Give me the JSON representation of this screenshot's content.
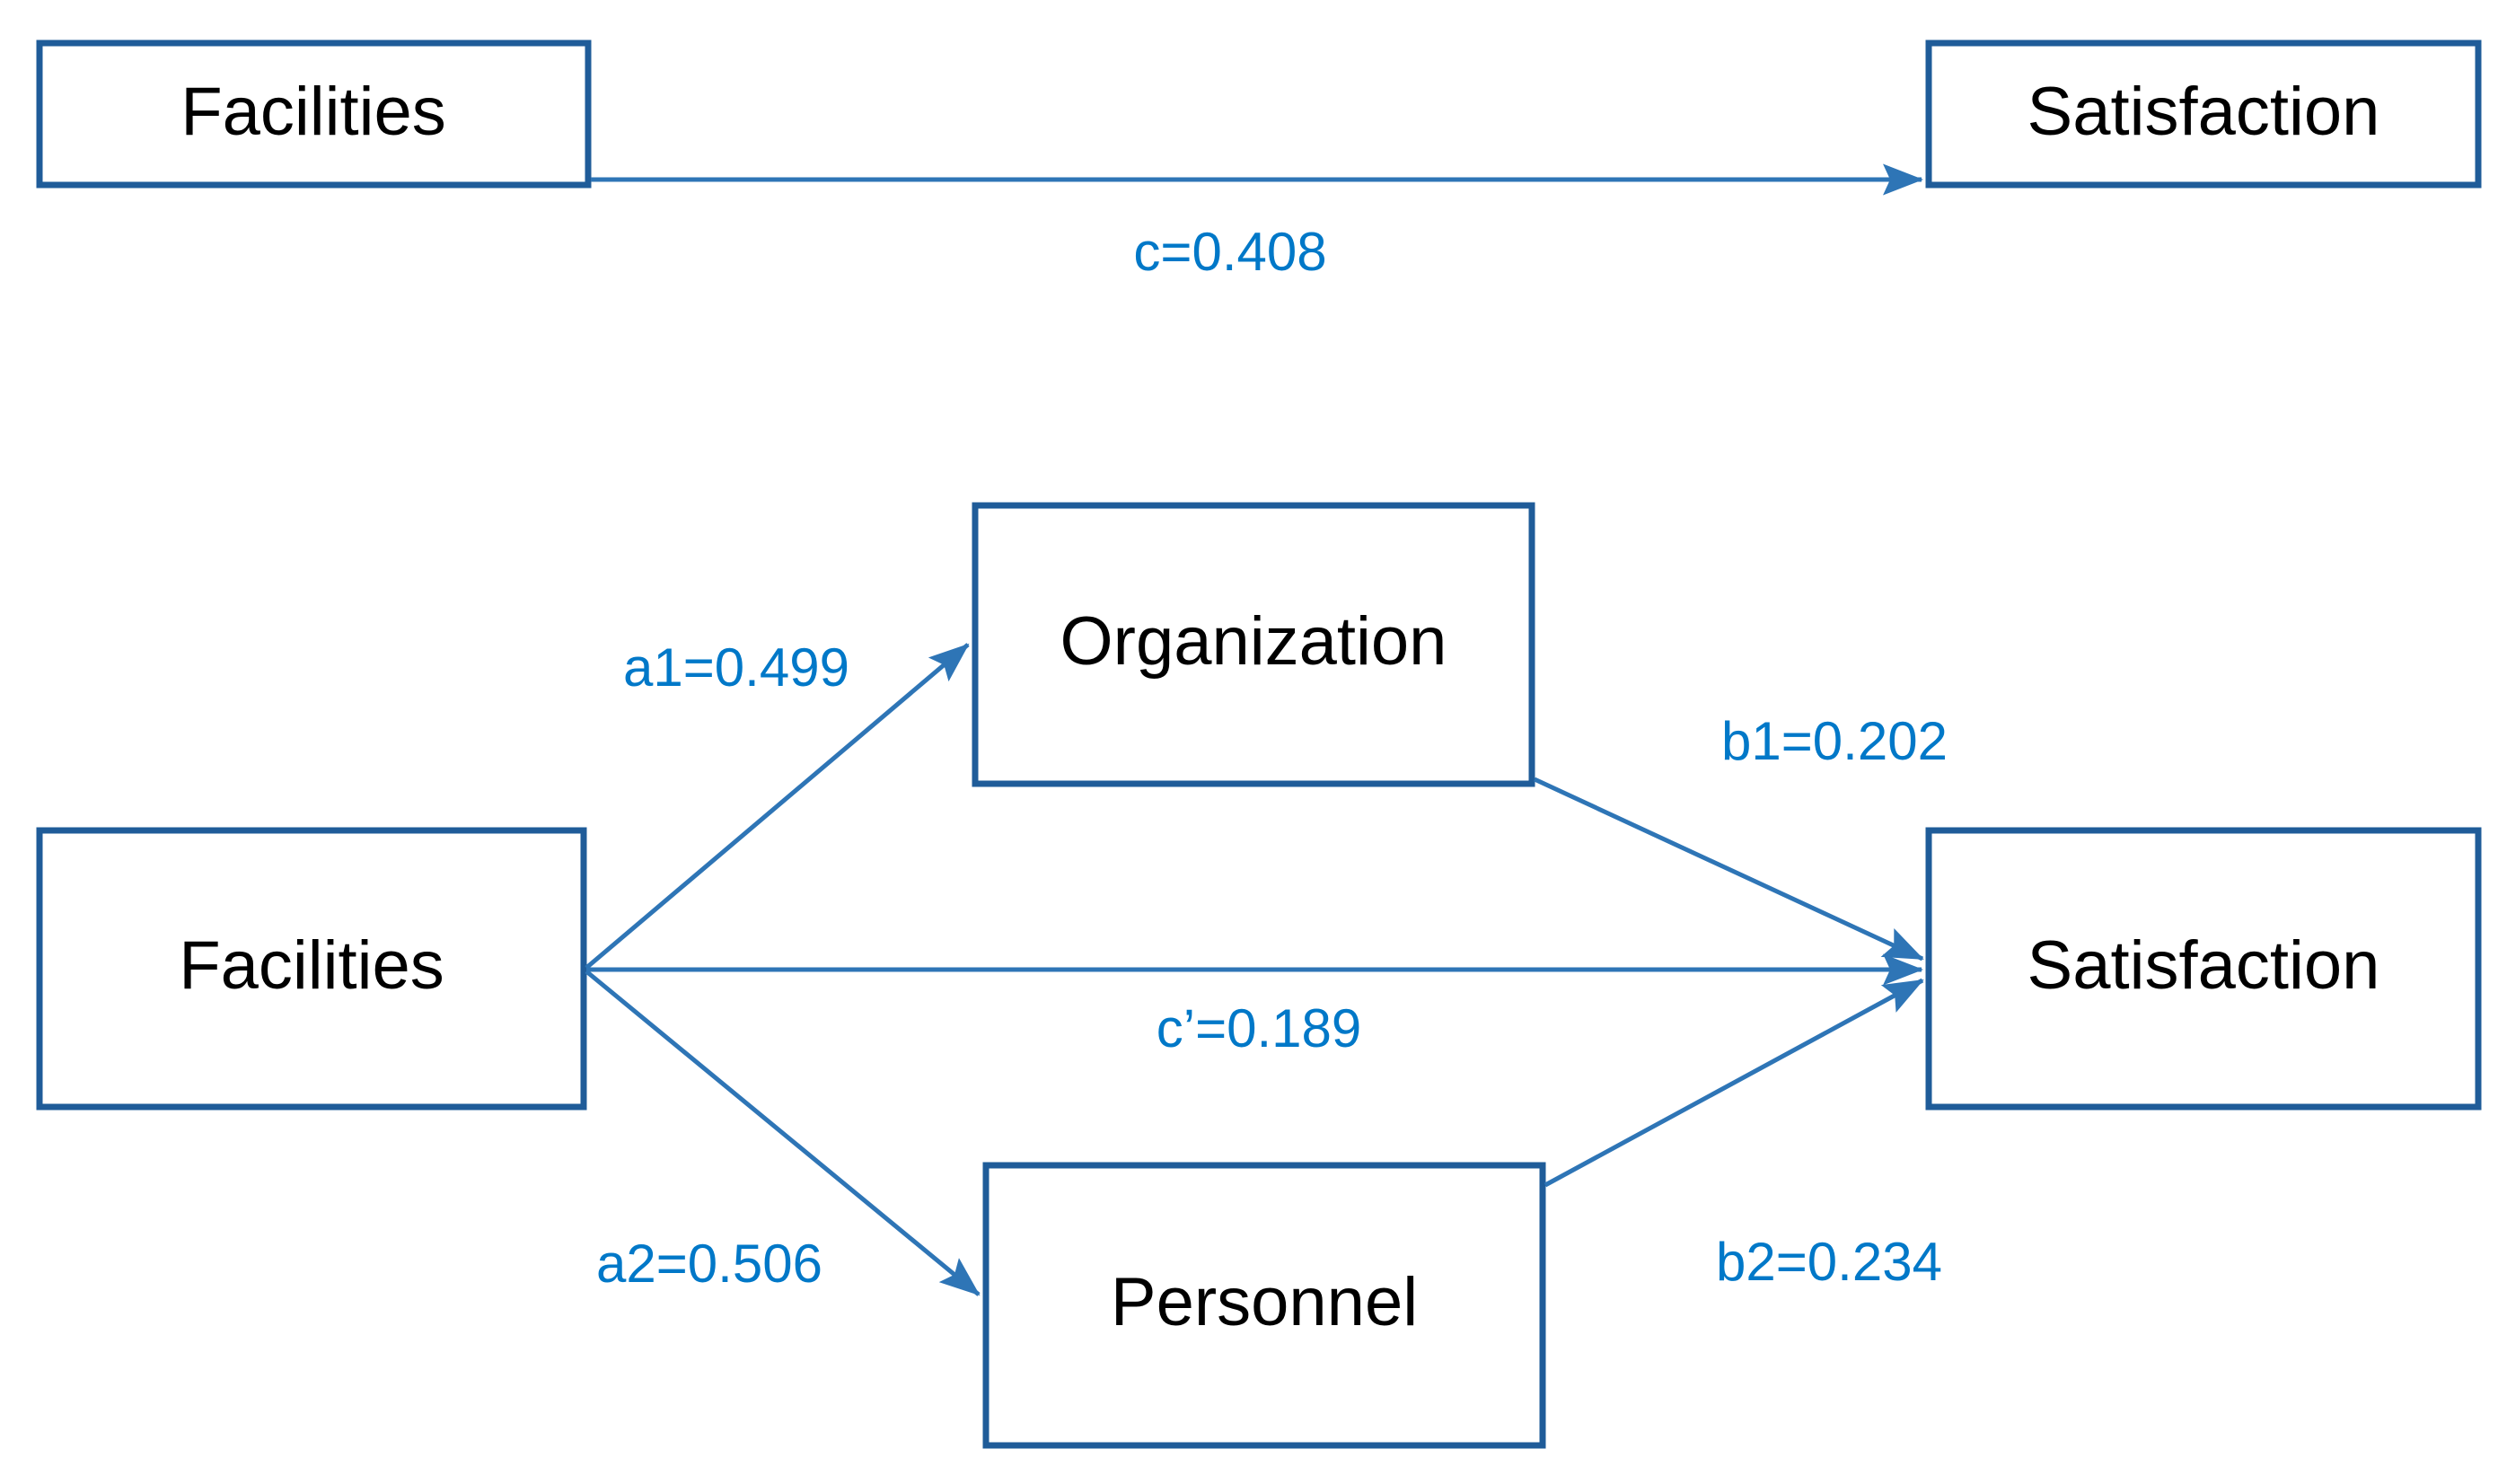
{
  "figure": {
    "type": "path-diagram",
    "description": "Mediation model path diagram with simple effect model (top) and multiple mediator model (bottom)",
    "colors": {
      "box_border": "#1F5C99",
      "box_fill": "#FFFFFF",
      "arrow": "#2E75B6",
      "coefficient_label": "#0078C8",
      "node_label": "#000000",
      "background": "#FFFFFF"
    }
  },
  "chart_data": {
    "type": "diagram",
    "title": "",
    "panels": [
      {
        "name": "total-effect-model",
        "nodes": [
          {
            "id": "facilities_top",
            "label": "Facilities"
          },
          {
            "id": "satisfaction_top",
            "label": "Satisfaction"
          }
        ],
        "edges": [
          {
            "from": "facilities_top",
            "to": "satisfaction_top",
            "label": "c=0.408",
            "coefficient": 0.408,
            "path": "c"
          }
        ]
      },
      {
        "name": "mediation-model",
        "nodes": [
          {
            "id": "facilities_bottom",
            "label": "Facilities"
          },
          {
            "id": "organization",
            "label": "Organization"
          },
          {
            "id": "personnel",
            "label": "Personnel"
          },
          {
            "id": "satisfaction_bottom",
            "label": "Satisfaction"
          }
        ],
        "edges": [
          {
            "from": "facilities_bottom",
            "to": "organization",
            "label": "a1=0.499",
            "coefficient": 0.499,
            "path": "a1"
          },
          {
            "from": "organization",
            "to": "satisfaction_bottom",
            "label": "b1=0.202",
            "coefficient": 0.202,
            "path": "b1"
          },
          {
            "from": "facilities_bottom",
            "to": "satisfaction_bottom",
            "label": "c’=0.189",
            "coefficient": 0.189,
            "path": "c'"
          },
          {
            "from": "facilities_bottom",
            "to": "personnel",
            "label": "a2=0.506",
            "coefficient": 0.506,
            "path": "a2"
          },
          {
            "from": "personnel",
            "to": "satisfaction_bottom",
            "label": "b2=0.234",
            "coefficient": 0.234,
            "path": "b2"
          }
        ]
      }
    ]
  },
  "nodes": {
    "facilities_top": "Facilities",
    "satisfaction_top": "Satisfaction",
    "facilities_bottom": "Facilities",
    "organization": "Organization",
    "personnel": "Personnel",
    "satisfaction_bottom": "Satisfaction"
  },
  "edge_labels": {
    "c": "c=0.408",
    "a1": "a1=0.499",
    "b1": "b1=0.202",
    "c_prime": "c’=0.189",
    "a2": "a2=0.506",
    "b2": "b2=0.234"
  }
}
